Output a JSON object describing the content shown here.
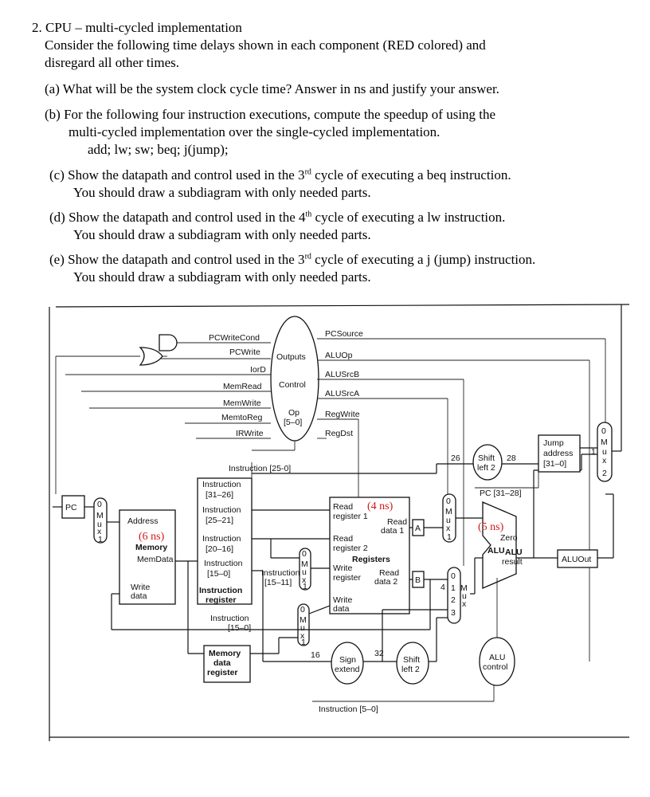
{
  "question": {
    "title": "2. CPU – multi-cycled implementation",
    "intro_line1": "Consider the following time delays shown in each component (RED colored) and",
    "intro_line2": "disregard all other times.",
    "a": "(a) What will be the system clock cycle time? Answer in ns and justify your answer.",
    "b_line1": "(b) For the following four instruction executions, compute the speedup of using the",
    "b_line2": "multi-cycled implementation over the single-cycled implementation.",
    "b_line3": "add; lw; sw; beq; j(jump);",
    "c_pre": "(c) Show the datapath and control used in the 3",
    "c_sup": "rd",
    "c_post": " cycle of executing a beq instruction.",
    "c_line2": "You should draw a subdiagram with only needed parts.",
    "d_pre": "(d) Show the datapath and control used in the 4",
    "d_sup": "th",
    "d_post": " cycle of executing a lw instruction.",
    "d_line2": "You should draw a subdiagram with only needed parts.",
    "e_pre": "(e) Show the datapath and control used in the 3",
    "e_sup": "rd",
    "e_post": " cycle of executing a j (jump) instruction.",
    "e_line2": "You should draw a subdiagram with only needed parts."
  },
  "diagram": {
    "control": {
      "title": "Control",
      "outputs": "Outputs",
      "op_line1": "Op",
      "op_line2": "[5–0]",
      "left_signals": [
        "PCWriteCond",
        "PCWrite",
        "IorD",
        "MemRead",
        "MemWrite",
        "MemtoReg",
        "IRWrite"
      ],
      "right_signals": [
        "PCSource",
        "ALUOp",
        "ALUSrcB",
        "ALUSrcA",
        "RegWrite",
        "RegDst"
      ]
    },
    "pc": "PC",
    "memory": {
      "address": "Address",
      "delay": "(6 ns)",
      "name": "Memory",
      "memdata": "MemData",
      "write_line1": "Write",
      "write_line2": "data"
    },
    "instruction_register": {
      "label_line1": "Instruction",
      "label_line2": "register",
      "f_31_26": [
        "Instruction",
        "[31–26]"
      ],
      "f_25_21": [
        "Instruction",
        "[25–21]"
      ],
      "f_20_16": [
        "Instruction",
        "[20–16]"
      ],
      "f_15_0": [
        "Instruction",
        "[15–0]"
      ]
    },
    "instr_25_0": "Instruction [25-0]",
    "instr_15_11": [
      "Instruction",
      "[15–11]"
    ],
    "instr_15_0_low": [
      "Instruction",
      "[15–0]"
    ],
    "instr_5_0": "Instruction [5–0]",
    "mdr": [
      "Memory",
      "data",
      "register"
    ],
    "registers": {
      "read_reg1": [
        "Read",
        "register 1"
      ],
      "delay": "(4 ns)",
      "read_data1": [
        "Read",
        "data 1"
      ],
      "read_reg2": [
        "Read",
        "register 2"
      ],
      "title": "Registers",
      "write_reg": [
        "Write",
        "register"
      ],
      "read_data2": [
        "Read",
        "data 2"
      ],
      "write_data": [
        "Write",
        "data"
      ]
    },
    "reg_a": "A",
    "reg_b": "B",
    "sign_extend": [
      "Sign",
      "extend"
    ],
    "bits_16": "16",
    "bits_32": "32",
    "shift_left2_low": [
      "Shift",
      "left 2"
    ],
    "shift_left2_top": [
      "Shift",
      "left 2"
    ],
    "bits_26": "26",
    "bits_28": "28",
    "pc_31_28": "PC [31–28]",
    "jump_address": [
      "Jump",
      "address",
      "[31–0]"
    ],
    "alu": {
      "delay": "(5 ns)",
      "zero": "Zero",
      "alu": "ALU",
      "result": [
        "ALU",
        "result"
      ]
    },
    "alu_control": [
      "ALU",
      "control"
    ],
    "aluout": "ALUOut",
    "mux_letters": [
      "M",
      "u",
      "x"
    ],
    "mux_inputs": {
      "zero": "0",
      "one": "1",
      "two": "2",
      "three": "3",
      "four": "4"
    }
  }
}
